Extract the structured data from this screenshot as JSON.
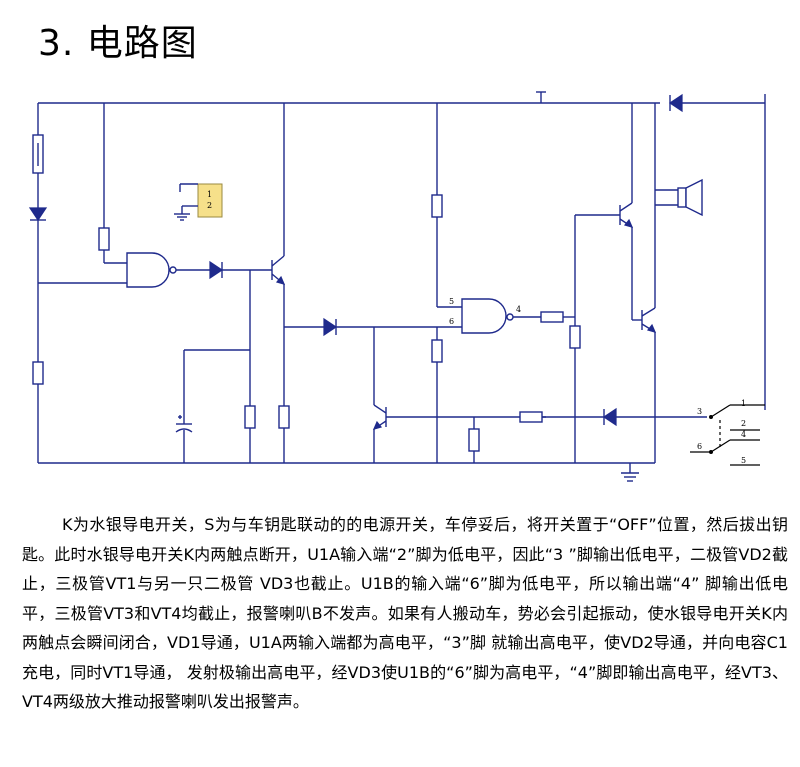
{
  "page": {
    "title": "3. 电路图"
  },
  "diagram": {
    "chip_pins": [
      "1",
      "2"
    ],
    "gate_u1a_pins": [],
    "gate_u1b_pins": [
      "5",
      "6",
      "4"
    ],
    "switch_pins": [
      "3",
      "1",
      "2",
      "4",
      "6",
      "5"
    ],
    "colors": {
      "wire": "#1f2a8c",
      "chip": "#f6e08a",
      "text": "#000000"
    }
  },
  "description": {
    "paragraph": "K为水银导电开关，S为与车钥匙联动的的电源开关，车停妥后，将开关置于“OFF”位置，然后拔出钥匙。此时水银导电开关K内两触点断开，U1A输入端“2”脚为低电平，因此“3 ”脚输出低电平，二极管VD2截止，三极管VT1与另一只二极管 VD3也截止。U1B的输入端“6”脚为低电平，所以输出端“4” 脚输出低电平，三极管VT3和VT4均截止，报警喇叭B不发声。如果有人搬动车，势必会引起振动，使水银导电开关K内两触点会瞬间闭合，VD1导通，U1A两输入端都为高电平，“3”脚 就输出高电平，使VD2导通，并向电容C1充电，同时VT1导通， 发射极输出高电平，经VD3使U1B的“6”脚为高电平，“4”脚即输出高电平，经VT3、VT4两级放大推动报警喇叭发出报警声。"
  }
}
